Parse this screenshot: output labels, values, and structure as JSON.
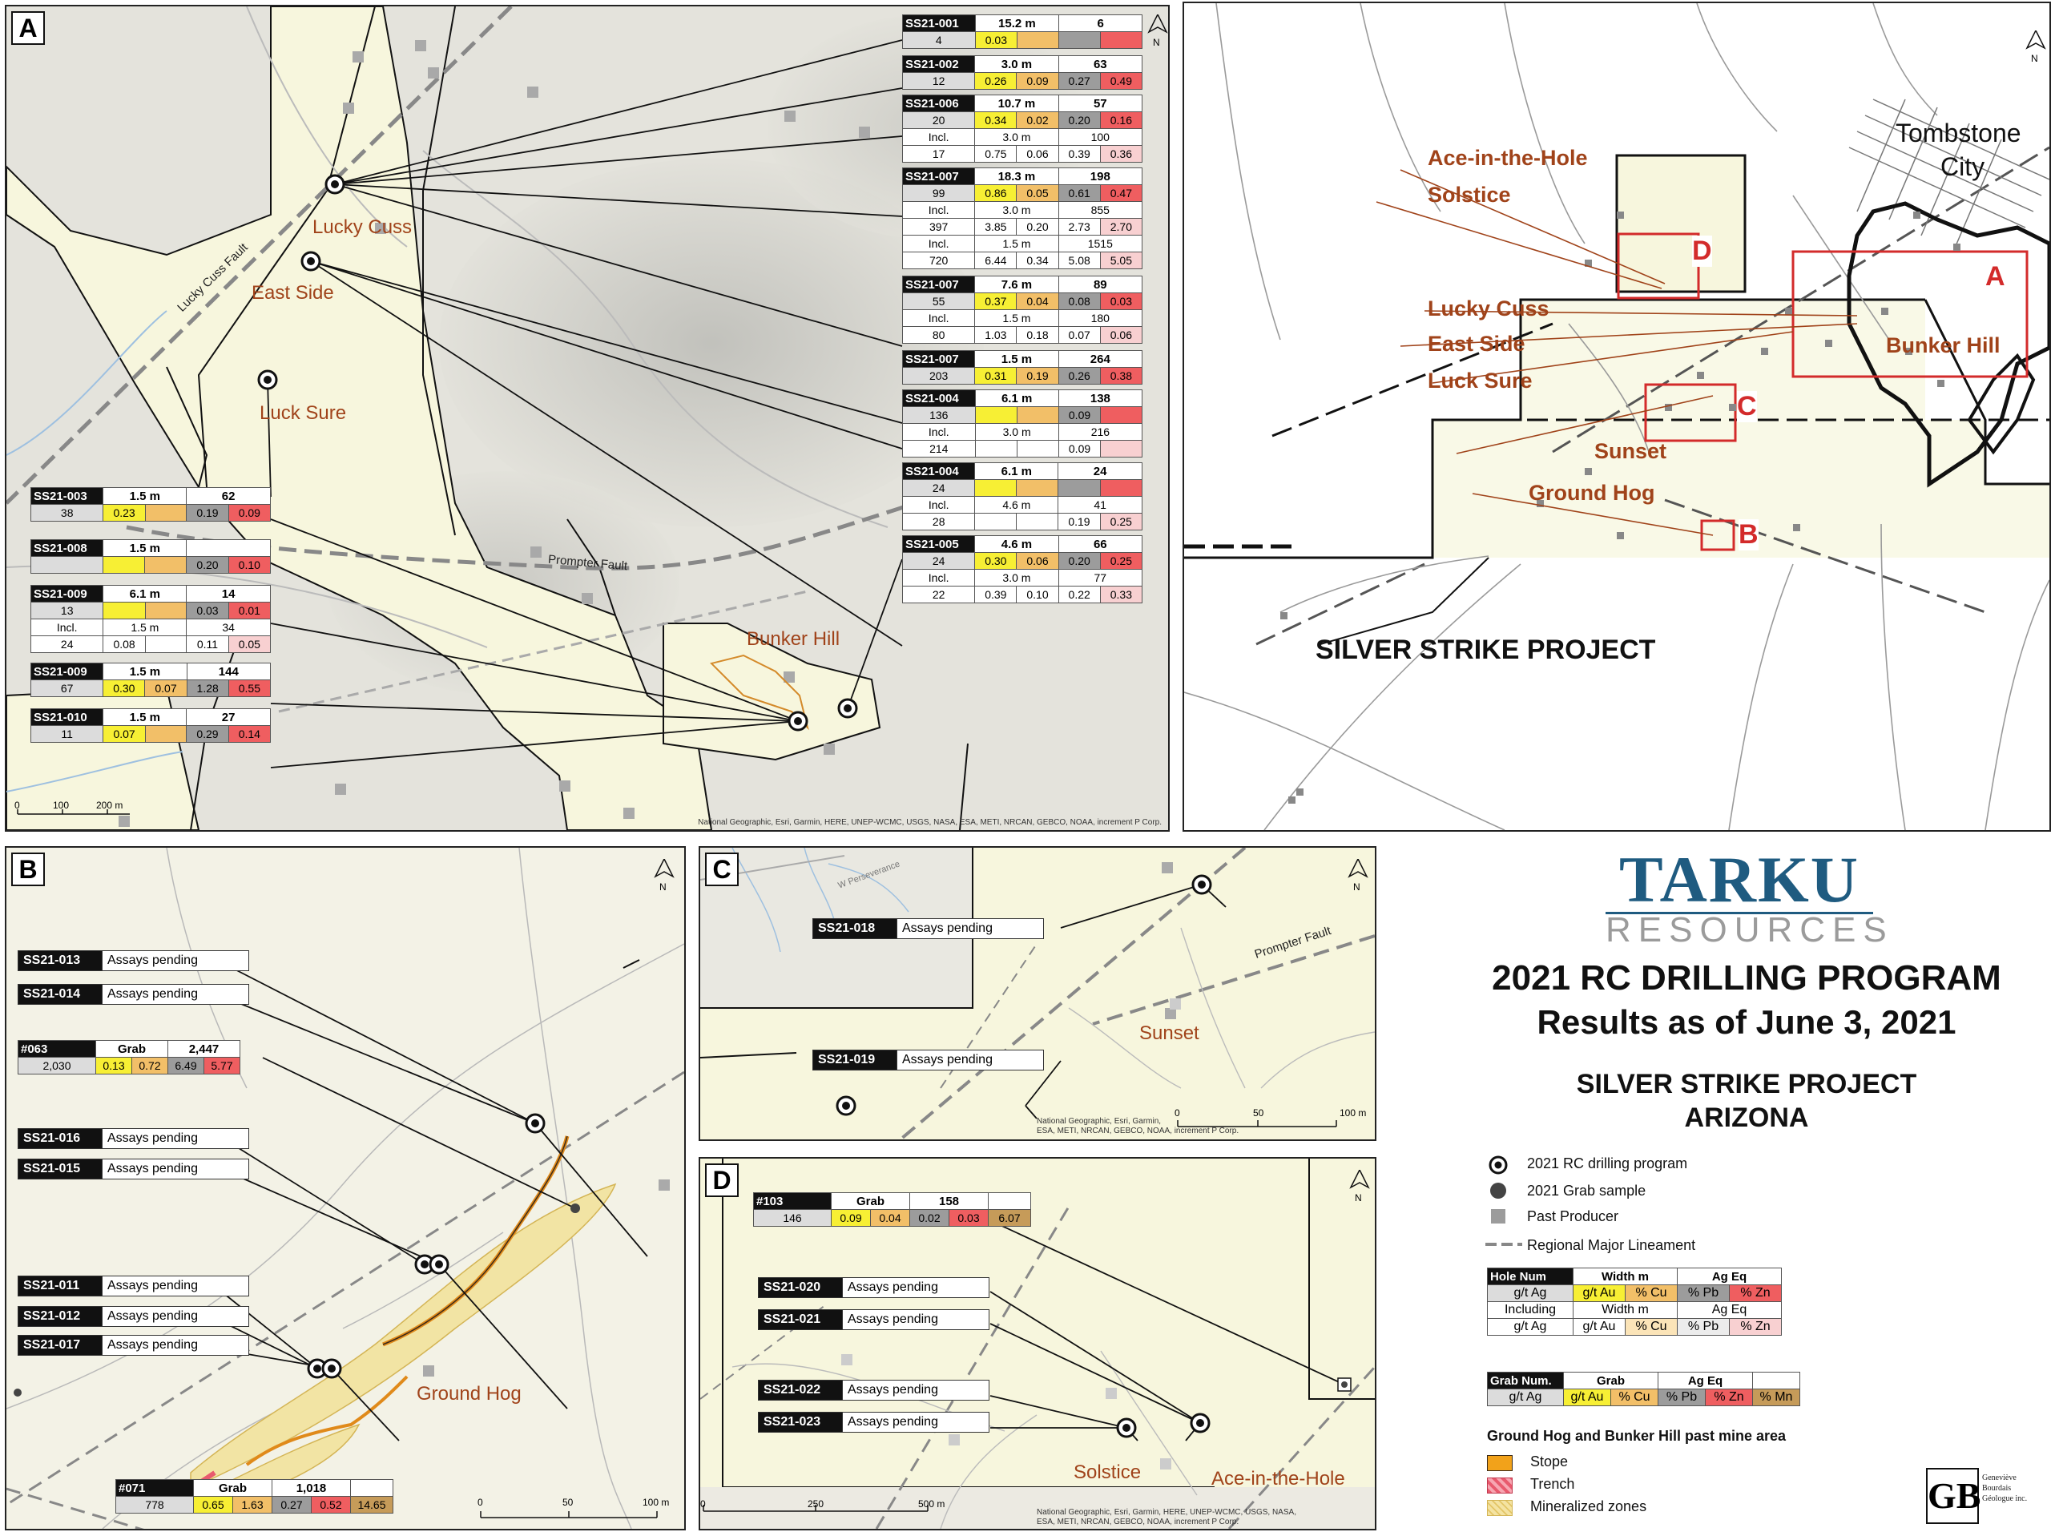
{
  "panels": {
    "a": {
      "label": "A",
      "north": "N",
      "places": [
        "Lucky Cuss",
        "East Side",
        "Luck Sure",
        "Bunker Hill"
      ],
      "faults": [
        "Lucky Cuss Fault",
        "Prompter Fault"
      ],
      "scale": [
        "0",
        "100",
        "200 m"
      ],
      "credit": "National Geographic, Esri, Garmin, HERE, UNEP-WCMC, USGS, NASA, ESA, METI, NRCAN, GEBCO, NOAA, increment P Corp."
    },
    "overview": {
      "north": "N",
      "towns": [
        "Tombstone",
        "City"
      ],
      "places": [
        "Ace-in-the-Hole",
        "Solstice",
        "Lucky Cuss",
        "East Side",
        "Luck Sure",
        "Bunker Hill",
        "Sunset",
        "Ground Hog"
      ],
      "boxes": [
        "A",
        "B",
        "C",
        "D"
      ],
      "project": "SILVER STRIKE PROJECT"
    },
    "b": {
      "label": "B",
      "north": "N",
      "places": [
        "Ground Hog"
      ],
      "scale": [
        "0",
        "50",
        "100 m"
      ]
    },
    "c": {
      "label": "C",
      "north": "N",
      "places": [
        "Sunset"
      ],
      "faults": [
        "Prompter Fault"
      ],
      "roads": [
        "W Perseverance"
      ],
      "scale": [
        "0",
        "50",
        "100 m"
      ],
      "credit1": "National Geographic, Esri, Garmin,",
      "credit2": "ESA, METI, NRCAN, GEBCO, NOAA, increment P Corp."
    },
    "d": {
      "label": "D",
      "north": "N",
      "places": [
        "Solstice",
        "Ace-in-the-Hole"
      ],
      "scale": [
        "0",
        "250",
        "500 m"
      ],
      "credit1": "National Geographic, Esri, Garmin, HERE, UNEP-WCMC, USGS, NASA,",
      "credit2": "ESA, METI, NRCAN, GEBCO, NOAA, increment P Corp."
    }
  },
  "tables_a_right": [
    {
      "hole": "SS21-001",
      "width": "15.2 m",
      "ageq": "6",
      "rows": [
        [
          "4",
          "0.03",
          "",
          "",
          ""
        ]
      ]
    },
    {
      "hole": "SS21-002",
      "width": "3.0 m",
      "ageq": "63",
      "rows": [
        [
          "12",
          "0.26",
          "0.09",
          "0.27",
          "0.49"
        ]
      ]
    },
    {
      "hole": "SS21-006",
      "width": "10.7 m",
      "ageq": "57",
      "rows": [
        [
          "20",
          "0.34",
          "0.02",
          "0.20",
          "0.16"
        ]
      ],
      "incl": [
        {
          "w": "3.0 m",
          "e": "100",
          "v": [
            "17",
            "0.75",
            "0.06",
            "0.39",
            "0.36"
          ]
        }
      ]
    },
    {
      "hole": "SS21-007",
      "width": "18.3 m",
      "ageq": "198",
      "rows": [
        [
          "99",
          "0.86",
          "0.05",
          "0.61",
          "0.47"
        ]
      ],
      "incl": [
        {
          "w": "3.0 m",
          "e": "855",
          "v": [
            "397",
            "3.85",
            "0.20",
            "2.73",
            "2.70"
          ]
        },
        {
          "w": "1.5 m",
          "e": "1515",
          "v": [
            "720",
            "6.44",
            "0.34",
            "5.08",
            "5.05"
          ]
        }
      ]
    },
    {
      "hole": "SS21-007",
      "width": "7.6 m",
      "ageq": "89",
      "rows": [
        [
          "55",
          "0.37",
          "0.04",
          "0.08",
          "0.03"
        ]
      ],
      "incl": [
        {
          "w": "1.5 m",
          "e": "180",
          "v": [
            "80",
            "1.03",
            "0.18",
            "0.07",
            "0.06"
          ]
        }
      ]
    },
    {
      "hole": "SS21-007",
      "width": "1.5 m",
      "ageq": "264",
      "rows": [
        [
          "203",
          "0.31",
          "0.19",
          "0.26",
          "0.38"
        ]
      ]
    },
    {
      "hole": "SS21-004",
      "width": "6.1 m",
      "ageq": "138",
      "rows": [
        [
          "136",
          "",
          "",
          "0.09",
          ""
        ]
      ],
      "incl": [
        {
          "w": "3.0 m",
          "e": "216",
          "v": [
            "214",
            "",
            "",
            "0.09",
            ""
          ]
        }
      ]
    },
    {
      "hole": "SS21-004",
      "width": "6.1 m",
      "ageq": "24",
      "rows": [
        [
          "24",
          "",
          "",
          "",
          ""
        ]
      ],
      "incl": [
        {
          "w": "4.6 m",
          "e": "41",
          "v": [
            "28",
            "",
            "",
            "0.19",
            "0.25"
          ]
        }
      ]
    },
    {
      "hole": "SS21-005",
      "width": "4.6 m",
      "ageq": "66",
      "rows": [
        [
          "24",
          "0.30",
          "0.06",
          "0.20",
          "0.25"
        ]
      ],
      "incl": [
        {
          "w": "3.0 m",
          "e": "77",
          "v": [
            "22",
            "0.39",
            "0.10",
            "0.22",
            "0.33"
          ]
        }
      ]
    }
  ],
  "tables_a_left": [
    {
      "hole": "SS21-003",
      "width": "1.5 m",
      "ageq": "62",
      "rows": [
        [
          "38",
          "0.23",
          "",
          "0.19",
          "0.09"
        ]
      ]
    },
    {
      "hole": "SS21-008",
      "width": "1.5 m",
      "ageq": "",
      "rows": [
        [
          "",
          "",
          "",
          "0.20",
          "0.10"
        ]
      ]
    },
    {
      "hole": "SS21-009",
      "width": "6.1 m",
      "ageq": "14",
      "rows": [
        [
          "13",
          "",
          "",
          "0.03",
          "0.01"
        ]
      ],
      "incl": [
        {
          "w": "1.5 m",
          "e": "34",
          "v": [
            "24",
            "0.08",
            "",
            "0.11",
            "0.05"
          ]
        }
      ]
    },
    {
      "hole": "SS21-009",
      "width": "1.5 m",
      "ageq": "144",
      "rows": [
        [
          "67",
          "0.30",
          "0.07",
          "1.28",
          "0.55"
        ]
      ]
    },
    {
      "hole": "SS21-010",
      "width": "1.5 m",
      "ageq": "27",
      "rows": [
        [
          "11",
          "0.07",
          "",
          "0.29",
          "0.14"
        ]
      ]
    }
  ],
  "incl_label": "Incl.",
  "pending_text": "Assays pending",
  "pending_b": [
    "SS21-013",
    "SS21-014",
    "SS21-016",
    "SS21-015",
    "SS21-011",
    "SS21-012",
    "SS21-017"
  ],
  "pending_c": [
    "SS21-018",
    "SS21-019"
  ],
  "pending_d": [
    "SS21-020",
    "SS21-021",
    "SS21-022",
    "SS21-023"
  ],
  "grabs": {
    "g063": {
      "id": "#063",
      "type": "Grab",
      "ageq": "2,447",
      "v": [
        "2,030",
        "0.13",
        "0.72",
        "6.49",
        "5.77"
      ]
    },
    "g071": {
      "id": "#071",
      "type": "Grab",
      "ageq": "1,018",
      "v": [
        "778",
        "0.65",
        "1.63",
        "0.27",
        "0.52",
        "14.65"
      ]
    },
    "g103": {
      "id": "#103",
      "type": "Grab",
      "ageq": "158",
      "v": [
        "146",
        "0.09",
        "0.04",
        "0.02",
        "0.03",
        "6.07"
      ]
    }
  },
  "title": {
    "line1": "2021 RC DRILLING PROGRAM",
    "line2": "Results as of June 3, 2021",
    "line3": "SILVER STRIKE PROJECT",
    "line4": "ARIZONA"
  },
  "logo": {
    "top": "TARKU",
    "bottom": "RESOURCES"
  },
  "legend": {
    "drill": "2021 RC drilling program",
    "grab": "2021 Grab sample",
    "producer": "Past Producer",
    "lineament": "Regional Major Lineament",
    "hole_hdr": [
      "Hole Num",
      "Width m",
      "Ag Eq"
    ],
    "row_units": [
      "g/t Ag",
      "g/t Au",
      "% Cu",
      "% Pb",
      "% Zn"
    ],
    "incl_row": [
      "Including",
      "Width m",
      "Ag Eq"
    ],
    "grab_hdr": [
      "Grab Num.",
      "Grab",
      "Ag Eq"
    ],
    "grab_units": [
      "g/t Ag",
      "g/t Au",
      "% Cu",
      "% Pb",
      "% Zn",
      "% Mn"
    ],
    "mine_title": "Ground Hog and Bunker Hill past mine area",
    "stope": "Stope",
    "trench": "Trench",
    "mineralized": "Mineralized zones"
  },
  "gb": {
    "mark": "GB",
    "l1": "Geneviève",
    "l2": "Bourdais",
    "l3": "Géologue inc."
  },
  "colors": {
    "ag": "#dcdcdc",
    "au": "#f7ef34",
    "cu": "#f2bf68",
    "pb": "#9c9c9c",
    "zn": "#ef5e60",
    "mn": "#c69b59",
    "place": "#a0431a",
    "brand": "#1f5b80"
  }
}
